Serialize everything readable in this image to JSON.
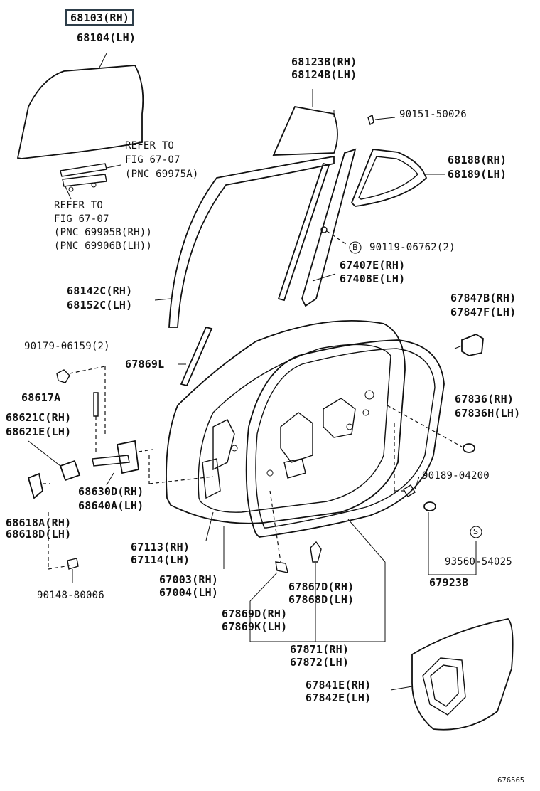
{
  "labels": {
    "glass_rh": "68103(RH)",
    "glass_lh": "68104(LH)",
    "refer1_l1": "REFER TO",
    "refer1_l2": "FIG 67-07",
    "refer1_l3": "(PNC 69975A)",
    "refer2_l1": "REFER TO",
    "refer2_l2": "FIG 67-07",
    "refer2_l3": "(PNC 69905B(RH))",
    "refer2_l4": "(PNC 69906B(LH))",
    "q_glass_rh": "68123B(RH)",
    "q_glass_lh": "68124B(LH)",
    "screw_90151": "90151-50026",
    "q_frame_rh": "68188(RH)",
    "q_frame_lh": "68189(LH)",
    "bolt_90119": "90119-06762(2)",
    "bolt_90119_marker": "B",
    "div_rh": "67407E(RH)",
    "div_lh": "67408E(LH)",
    "run_rh": "68142C(RH)",
    "run_lh": "68152C(LH)",
    "plug_rh": "67847B(RH)",
    "plug_lh": "67847F(LH)",
    "nut_90179": "90179-06159(2)",
    "seal_67869L": "67869L",
    "pin_68617A": "68617A",
    "bumper_rh": "68621C(RH)",
    "bumper_lh": "68621E(LH)",
    "hole_plug_rh": "67836(RH)",
    "hole_plug_lh": "67836H(LH)",
    "clip_90189": "90189-04200",
    "check_rh": "68630D(RH)",
    "check_lh": "68640A(LH)",
    "hinge_rh": "68618A(RH)",
    "hinge_lh": "68618D(LH)",
    "frame_rh": "67113(RH)",
    "frame_lh": "67114(LH)",
    "marker_s": "S",
    "screw_93560": "93560-54025",
    "panel_rh": "67003(RH)",
    "panel_lh": "67004(LH)",
    "clip_67923B": "67923B",
    "bolt_90148": "90148-80006",
    "clip_rh": "67867D(RH)",
    "clip_lh": "67868D(LH)",
    "seal_rh": "67869D(RH)",
    "seal_lh": "67869K(LH)",
    "weather_rh": "67871(RH)",
    "weather_lh": "67872(LH)",
    "service_rh": "67841E(RH)",
    "service_lh": "67842E(LH)",
    "fig_code": "676565"
  }
}
